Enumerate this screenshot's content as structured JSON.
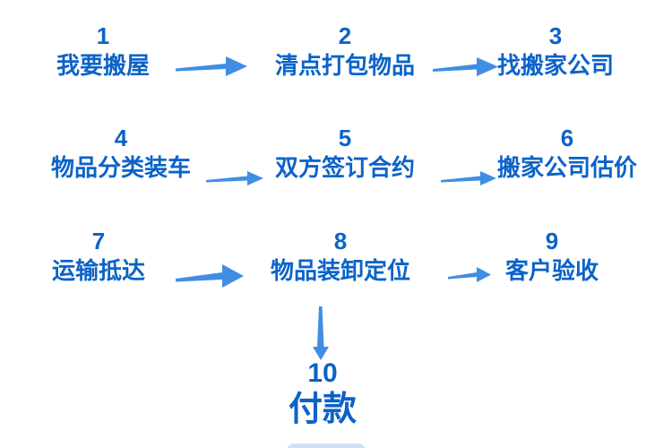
{
  "diagram": {
    "type": "flowchart",
    "background": "#ffffff",
    "colors": {
      "step_text": "#0b63c8",
      "arrow": "#3f8ee3"
    },
    "steps": [
      {
        "number": "1",
        "label": "我要搬屋"
      },
      {
        "number": "2",
        "label": "清点打包物品"
      },
      {
        "number": "3",
        "label": "找搬家公司"
      },
      {
        "number": "4",
        "label": "物品分类装车"
      },
      {
        "number": "5",
        "label": "双方签订合约"
      },
      {
        "number": "6",
        "label": "搬家公司估价"
      },
      {
        "number": "7",
        "label": "运输抵达"
      },
      {
        "number": "8",
        "label": "物品装卸定位"
      },
      {
        "number": "9",
        "label": "客户验收"
      },
      {
        "number": "10",
        "label": "付款"
      }
    ],
    "connections": [
      {
        "from": "1",
        "to": "2",
        "direction": "right"
      },
      {
        "from": "2",
        "to": "3",
        "direction": "right"
      },
      {
        "from": "4",
        "to": "5",
        "direction": "right"
      },
      {
        "from": "5",
        "to": "6",
        "direction": "right"
      },
      {
        "from": "7",
        "to": "8",
        "direction": "right"
      },
      {
        "from": "8",
        "to": "9",
        "direction": "right"
      },
      {
        "from": "8",
        "to": "10",
        "direction": "down"
      }
    ]
  }
}
